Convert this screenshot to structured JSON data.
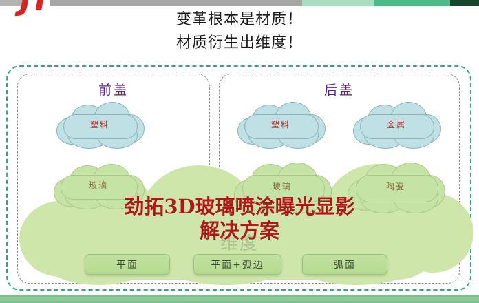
{
  "logo": {
    "text": "JT"
  },
  "headlines": [
    "变革根本是材质！",
    "材质衍生出维度！"
  ],
  "panels": [
    {
      "title": "前盖"
    },
    {
      "title": "后盖"
    }
  ],
  "material_clouds": [
    {
      "label": "塑料",
      "type": "blue",
      "panel": "前盖"
    },
    {
      "label": "塑料",
      "type": "blue",
      "panel": "后盖"
    },
    {
      "label": "金属",
      "type": "blue",
      "panel": "后盖"
    },
    {
      "label": "玻璃",
      "type": "green",
      "panel": "前盖"
    },
    {
      "label": "玻璃",
      "type": "green",
      "panel": "后盖"
    },
    {
      "label": "陶瓷",
      "type": "green",
      "panel": "后盖"
    }
  ],
  "dimension_buttons": [
    {
      "label": "平面"
    },
    {
      "label": "平面+弧边"
    },
    {
      "label": "弧面"
    }
  ],
  "ghost_text": "维度",
  "overlay": {
    "line1": "劲拓3D玻璃喷涂曝光显影",
    "line2": "解决方案"
  },
  "colors": {
    "outer_frame_dash": "#2aab7e",
    "inner_frame_dash": "#8a8a8a",
    "panel_title": "#5f1f8e",
    "blue_cloud_fill": "#bfe0e4",
    "green_cloud_fill": "#c5e3a4",
    "ground_fill": "#cfe6ab",
    "overlay_red": "#b01818",
    "logo_red": "#d9231f",
    "button_green": "#c2e2a0",
    "bottom_bar_green": "#7ac18c"
  }
}
